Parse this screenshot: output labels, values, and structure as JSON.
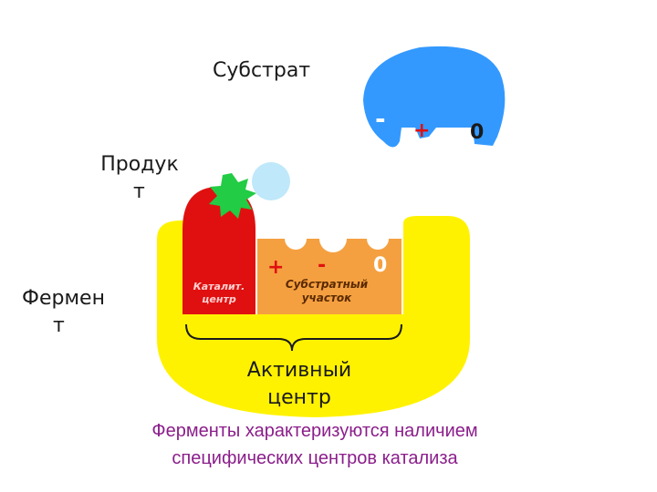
{
  "labels": {
    "substrate": "Субстрат",
    "product_line1": "Продук",
    "product_line2": "т",
    "enzyme_line1": "Фермен",
    "enzyme_line2": "т",
    "active_center_line1": "Активный",
    "active_center_line2": "центр"
  },
  "regions": {
    "catalytic_line1": "Каталит.",
    "catalytic_line2": "центр",
    "substrate_site_line1": "Субстратный",
    "substrate_site_line2": "участок"
  },
  "charges": {
    "substrate": [
      "-",
      "+",
      "0"
    ],
    "site": [
      "+",
      "-",
      "0"
    ]
  },
  "caption": {
    "line1": "Ферменты характеризуются наличием",
    "line2": "специфических центров катализа"
  },
  "colors": {
    "enzyme": "#FFF200",
    "substrate": "#3399FF",
    "catalytic": "#E01010",
    "substrate_site": "#F5A040",
    "product_star": "#22CC44",
    "product_bubble": "#BFE8FA",
    "caption": "#8B1E8B"
  }
}
